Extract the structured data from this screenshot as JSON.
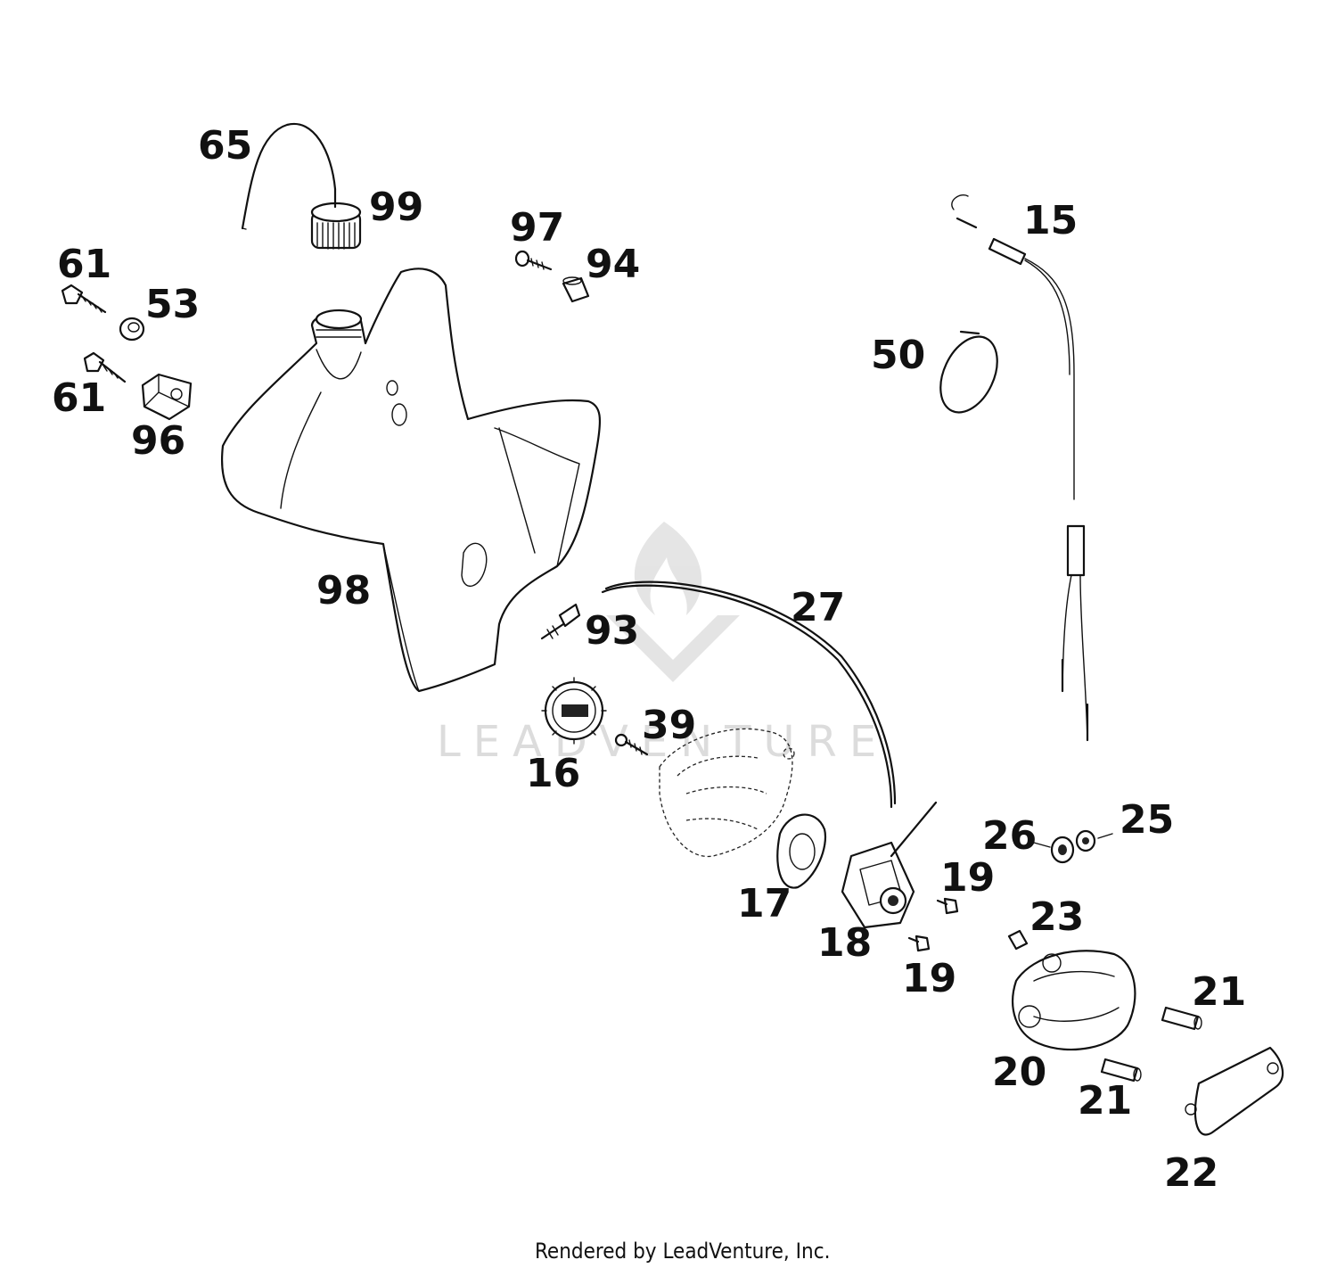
{
  "callouts": [
    {
      "id": "65",
      "label": "65"
    },
    {
      "id": "99",
      "label": "99"
    },
    {
      "id": "97",
      "label": "97"
    },
    {
      "id": "94",
      "label": "94"
    },
    {
      "id": "61a",
      "label": "61"
    },
    {
      "id": "53",
      "label": "53"
    },
    {
      "id": "61b",
      "label": "61"
    },
    {
      "id": "96",
      "label": "96"
    },
    {
      "id": "98",
      "label": "98"
    },
    {
      "id": "15",
      "label": "15"
    },
    {
      "id": "50",
      "label": "50"
    },
    {
      "id": "27",
      "label": "27"
    },
    {
      "id": "93",
      "label": "93"
    },
    {
      "id": "39",
      "label": "39"
    },
    {
      "id": "16",
      "label": "16"
    },
    {
      "id": "26",
      "label": "26"
    },
    {
      "id": "25",
      "label": "25"
    },
    {
      "id": "19a",
      "label": "19"
    },
    {
      "id": "17",
      "label": "17"
    },
    {
      "id": "18",
      "label": "18"
    },
    {
      "id": "23",
      "label": "23"
    },
    {
      "id": "19b",
      "label": "19"
    },
    {
      "id": "21a",
      "label": "21"
    },
    {
      "id": "20",
      "label": "20"
    },
    {
      "id": "21b",
      "label": "21"
    },
    {
      "id": "22",
      "label": "22"
    }
  ],
  "watermark": {
    "text": "LEADVENTURE"
  },
  "footer": {
    "text": "Rendered by LeadVenture, Inc."
  },
  "colors": {
    "line": "#111111",
    "watermark": "#d9d9d9",
    "background": "#ffffff"
  }
}
